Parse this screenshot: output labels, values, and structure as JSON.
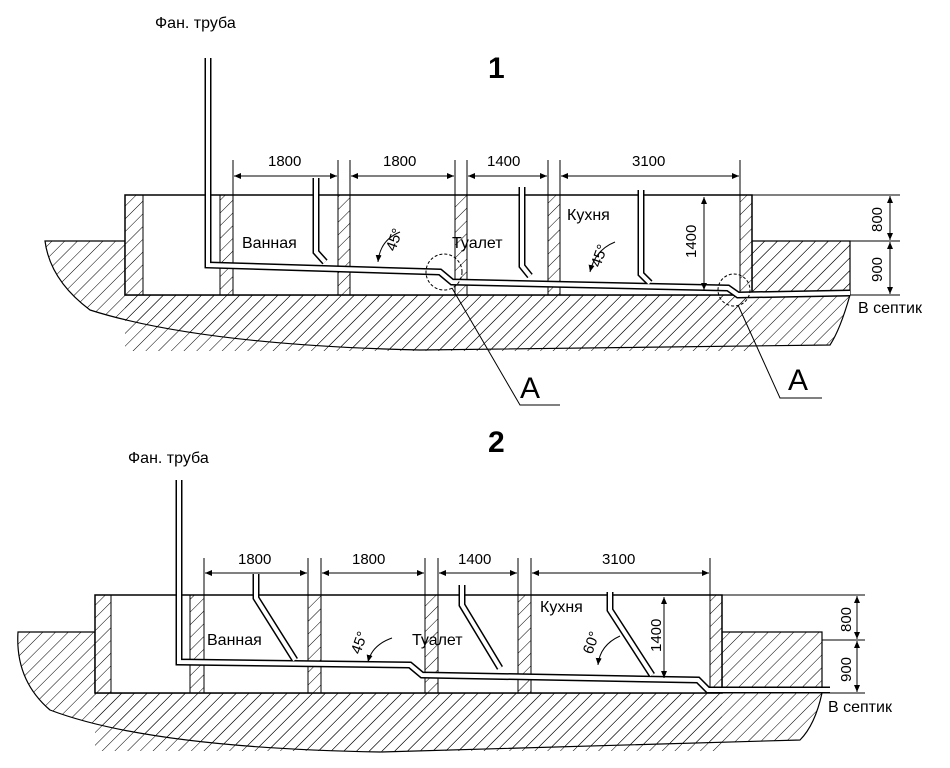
{
  "diagrams": [
    {
      "number": "1",
      "vent_pipe_label": "Фан. труба",
      "spans": [
        "1800",
        "1800",
        "1400",
        "3100"
      ],
      "rooms": [
        "Ванная",
        "Туалет",
        "Кухня"
      ],
      "angles": [
        "45°",
        "45°"
      ],
      "interior_height": "1400",
      "above_ground": "800",
      "below_ground": "900",
      "outlet_label": "В септик",
      "detail_callouts": [
        "A",
        "A"
      ]
    },
    {
      "number": "2",
      "vent_pipe_label": "Фан. труба",
      "spans": [
        "1800",
        "1800",
        "1400",
        "3100"
      ],
      "rooms": [
        "Ванная",
        "Туалет",
        "Кухня"
      ],
      "angles": [
        "45°",
        "60°"
      ],
      "interior_height": "1400",
      "above_ground": "800",
      "below_ground": "900",
      "outlet_label": "В септик"
    }
  ]
}
